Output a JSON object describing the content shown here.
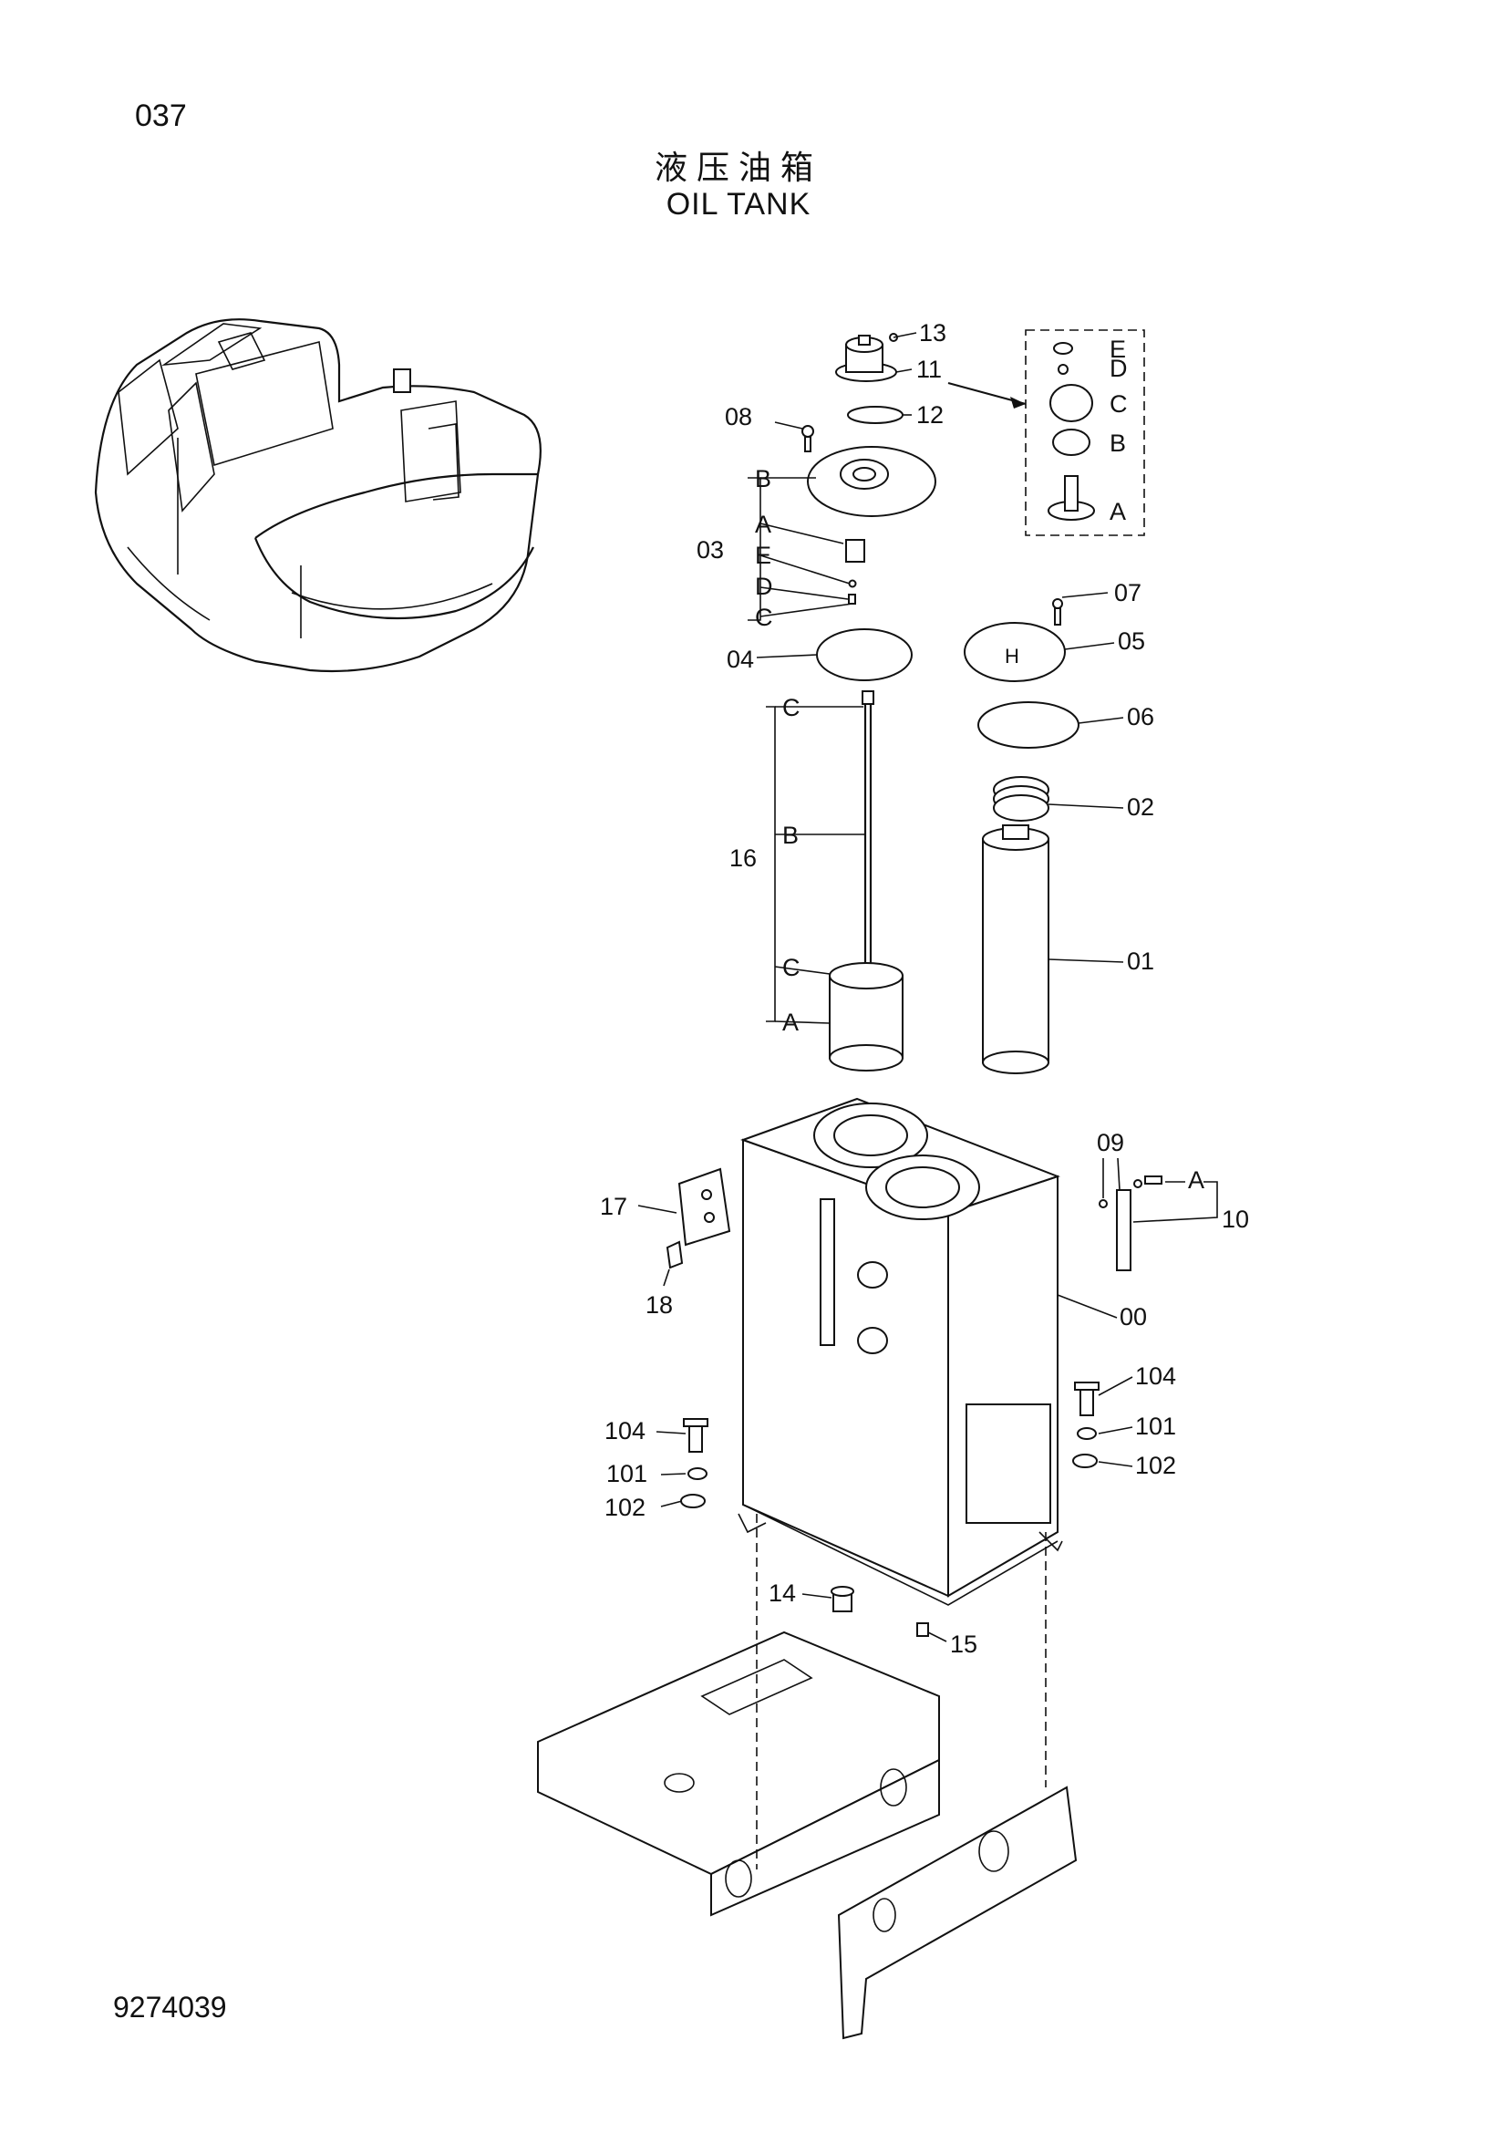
{
  "header": {
    "page_number": "037",
    "title_cn": "液压油箱",
    "title_en": "OIL TANK"
  },
  "footer": {
    "document_number": "9274039"
  },
  "callouts": {
    "c00": "00",
    "c01": "01",
    "c02": "02",
    "c03": "03",
    "c04": "04",
    "c05": "05",
    "c06": "06",
    "c07": "07",
    "c08": "08",
    "c09": "09",
    "c10": "10",
    "c11": "11",
    "c12": "12",
    "c13": "13",
    "c14": "14",
    "c15": "15",
    "c16": "16",
    "c17": "17",
    "c18": "18",
    "c101a": "101",
    "c101b": "101",
    "c102a": "102",
    "c102b": "102",
    "c104a": "104",
    "c104b": "104"
  },
  "sub_labels": {
    "g03": [
      "B",
      "A",
      "E",
      "D",
      "C"
    ],
    "g16": [
      "C",
      "B",
      "C",
      "A"
    ],
    "g11": [
      "E",
      "D",
      "C",
      "B",
      "A"
    ],
    "g10": "A"
  }
}
